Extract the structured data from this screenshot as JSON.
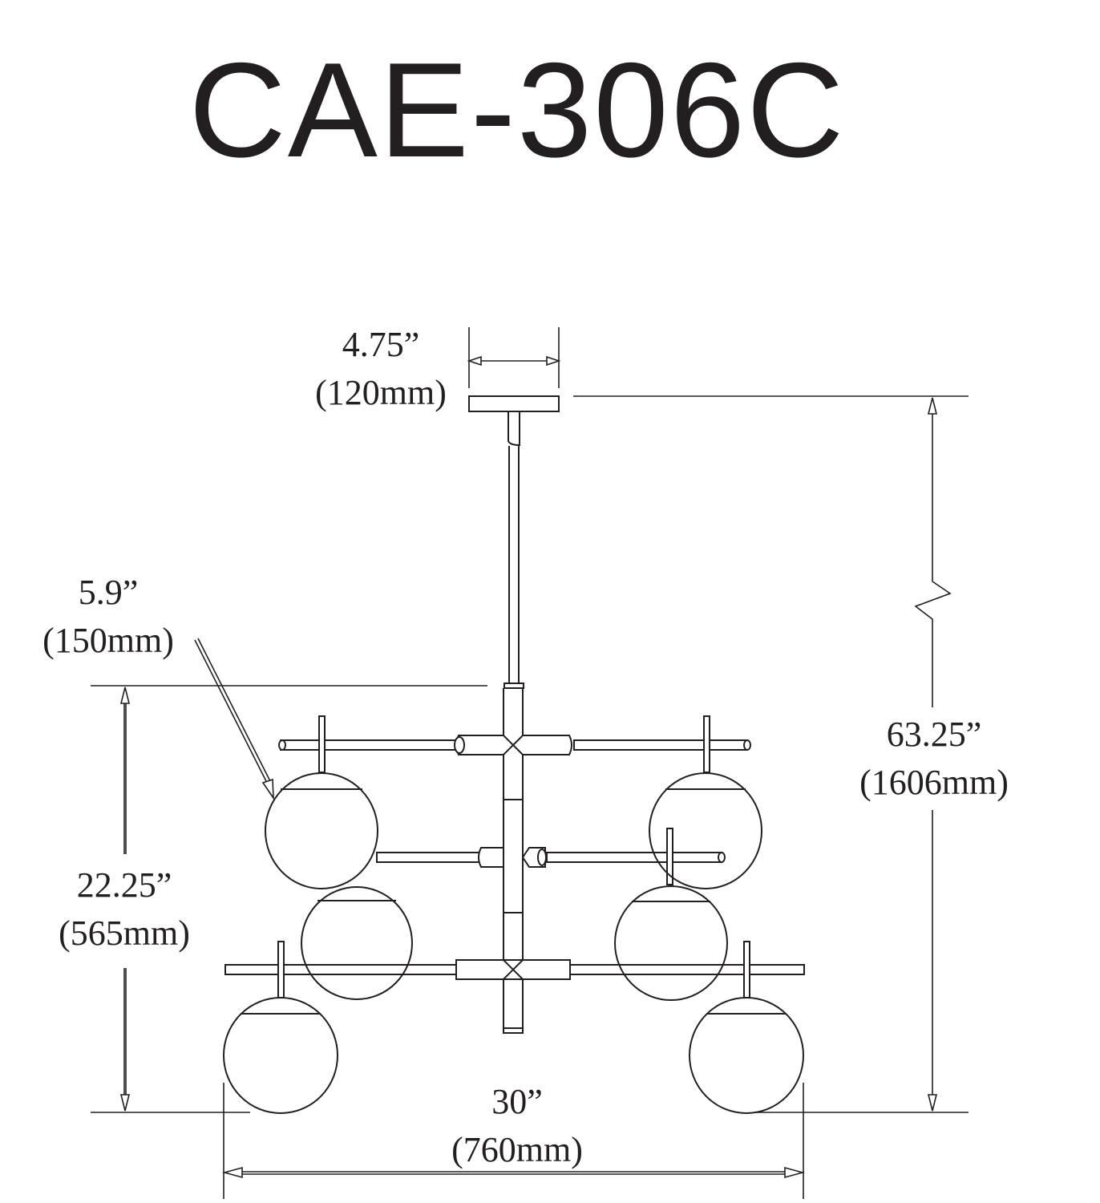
{
  "title": "CAE-306C",
  "dimensions": {
    "canopy_width": {
      "imperial": "4.75”",
      "metric": "(120mm)"
    },
    "globe_diameter": {
      "imperial": "5.9”",
      "metric": "(150mm)"
    },
    "overall_height": {
      "imperial": "63.25”",
      "metric": "(1606mm)"
    },
    "fixture_height": {
      "imperial": "22.25”",
      "metric": "(565mm)"
    },
    "overall_width": {
      "imperial": "30”",
      "metric": "(760mm)"
    }
  },
  "drawing": {
    "line_color": "#231f20",
    "globe_count": 6
  }
}
